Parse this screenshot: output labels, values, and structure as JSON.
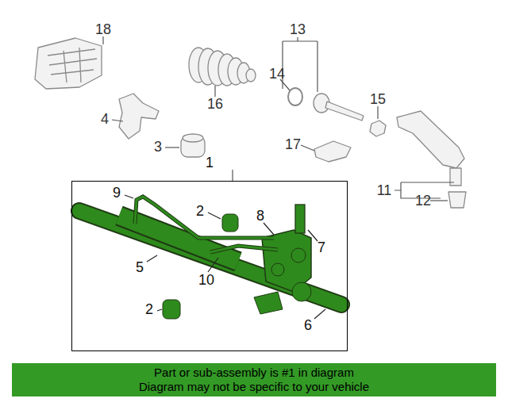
{
  "diagram": {
    "nodes": [
      {
        "text": [
          "1"
        ]
      },
      {
        "text": [
          "Part or sub-assembly is #1 in diagram",
          "Diagram may not be specific to your vehicle"
        ]
      }
    ],
    "labels": [
      "18",
      "13",
      "14",
      "16",
      "15",
      "4",
      "3",
      "17",
      "11",
      "12",
      "9",
      "2",
      "8",
      "7",
      "5",
      "10",
      "2",
      "6"
    ]
  }
}
